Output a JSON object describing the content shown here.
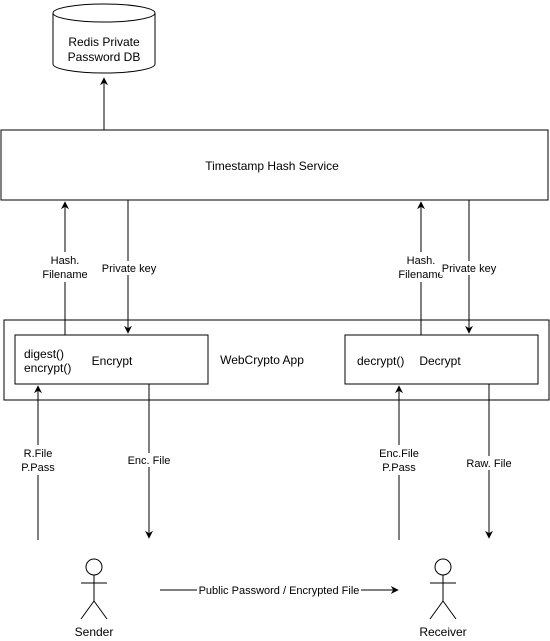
{
  "nodes": {
    "db_line1": "Redis Private",
    "db_line2": "Password DB",
    "hash_service": "Timestamp Hash Service",
    "webcrypto_app": "WebCrypto App",
    "encrypt_fn1": "digest()",
    "encrypt_fn2": "encrypt()",
    "encrypt_label": "Encrypt",
    "decrypt_fn": "decrypt()",
    "decrypt_label": "Decrypt",
    "sender": "Sender",
    "receiver": "Receiver"
  },
  "edges": {
    "enc_hash_line1": "Hash.",
    "enc_hash_line2": "Filename",
    "enc_private_key": "Private key",
    "dec_hash_line1": "Hash.",
    "dec_hash_line2": "Filename",
    "dec_private_key": "Private key",
    "sender_in_line1": "R.File",
    "sender_in_line2": "P.Pass",
    "enc_file": "Enc. File",
    "receiver_in_line1": "Enc.File",
    "receiver_in_line2": "P.Pass",
    "raw_file": "Raw. File",
    "public_channel": "Public Password / Encrypted File"
  },
  "colors": {
    "stroke": "#000000",
    "fill": "#ffffff"
  }
}
